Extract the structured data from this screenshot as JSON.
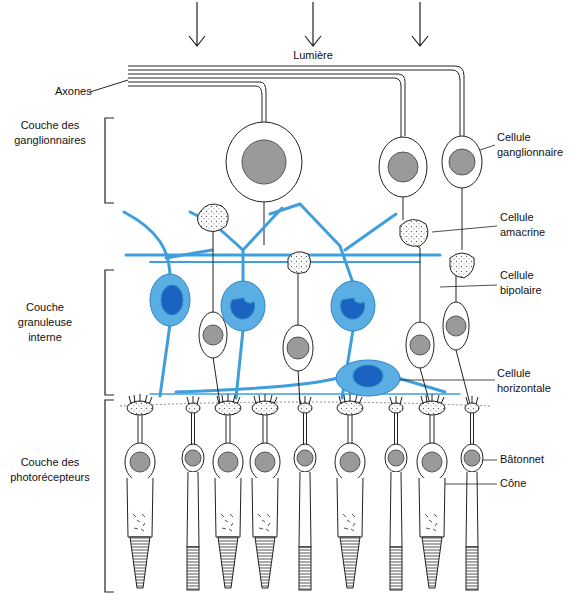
{
  "diagram": {
    "labels": [
      "Lumière",
      "Axones",
      "Couche des ganglionnaires",
      "Cellule ganglionnaire",
      "Cellule amacrine",
      "Cellule bipolaire",
      "Couche granuleuse interne",
      "Cellule horizontale",
      "Bâtonnet",
      "Cône",
      "Couche des photorécepteurs"
    ]
  }
}
